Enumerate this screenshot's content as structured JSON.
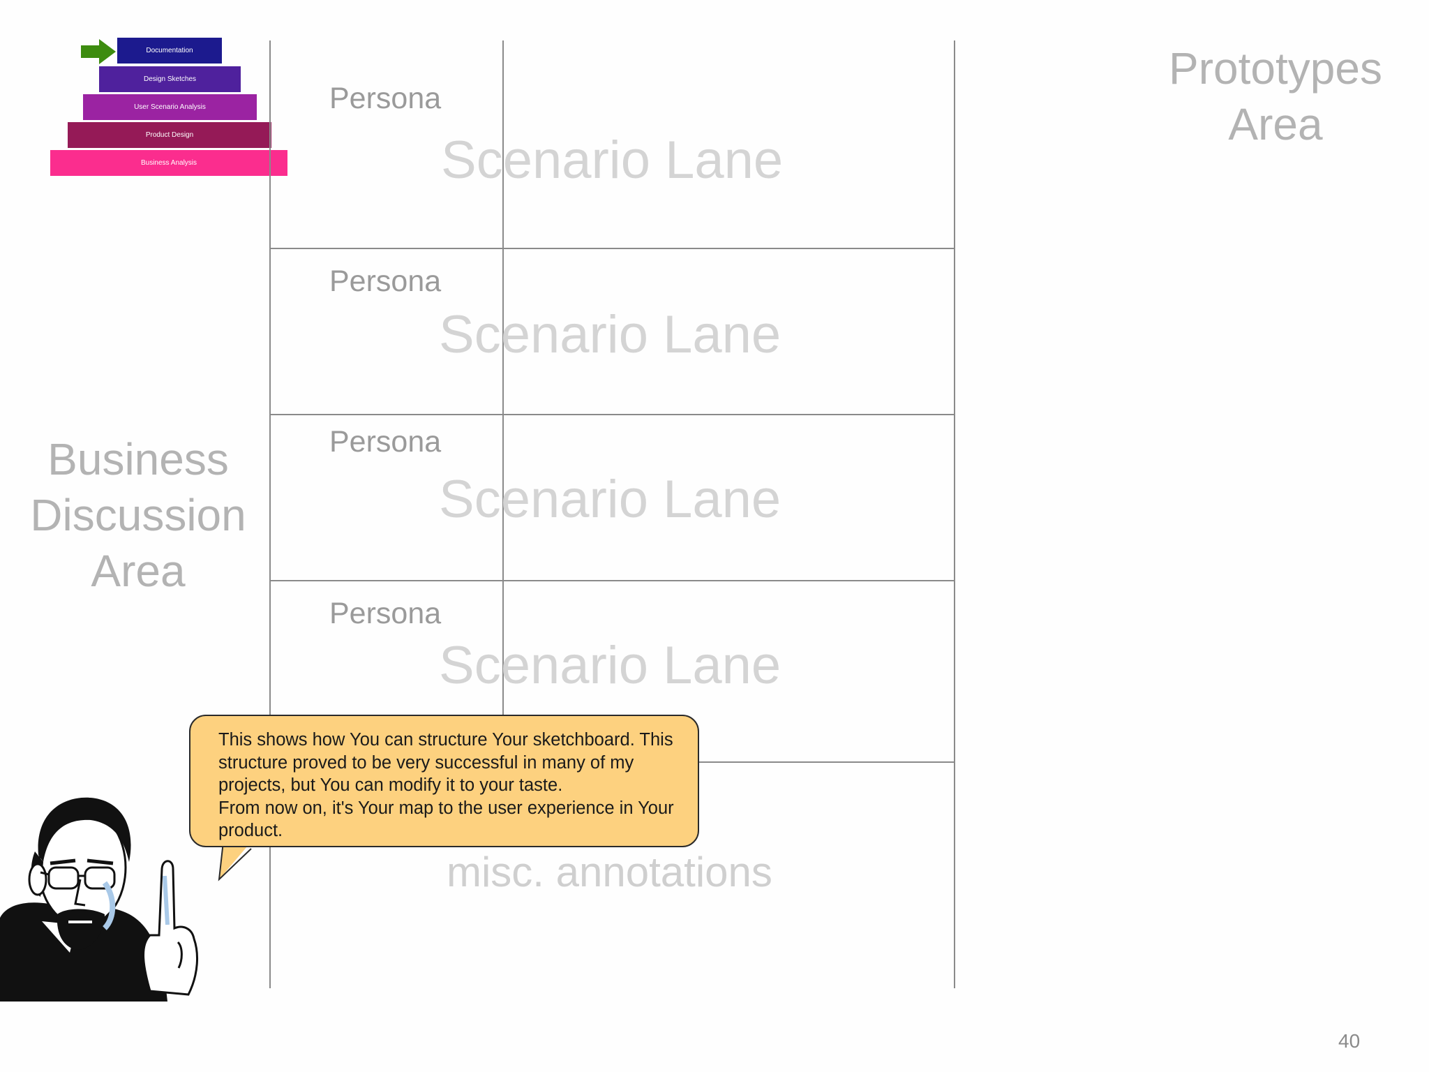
{
  "pyramid": {
    "steps": [
      {
        "label": "Documentation",
        "color": "#1c1a8e"
      },
      {
        "label": "Design Sketches",
        "color": "#4f219d"
      },
      {
        "label": "User Scenario Analysis",
        "color": "#9b23a2"
      },
      {
        "label": "Product Design",
        "color": "#951a57"
      },
      {
        "label": "Business Analysis",
        "color": "#fb2d8e"
      }
    ],
    "current_marker": "arrow-right-icon"
  },
  "areas": {
    "business": [
      "Business",
      "Discussion",
      "Area"
    ],
    "prototypes": [
      "Prototypes",
      "Area"
    ]
  },
  "lanes": [
    {
      "persona": "Persona",
      "title": "Scenario Lane"
    },
    {
      "persona": "Persona",
      "title": "Scenario Lane"
    },
    {
      "persona": "Persona",
      "title": "Scenario Lane"
    },
    {
      "persona": "Persona",
      "title": "Scenario Lane"
    }
  ],
  "misc": "misc. annotations",
  "bubble": {
    "lines": [
      "This shows how You can structure Your sketchboard. This",
      "structure proved to be very successful in many of my",
      "projects, but You can modify it to your taste.",
      "From now on, it's Your map to the user experience in Your",
      "product."
    ]
  },
  "page_number": "40",
  "colors": {
    "bubble": "#fdd17f",
    "arrow": "#3d8c0f"
  }
}
